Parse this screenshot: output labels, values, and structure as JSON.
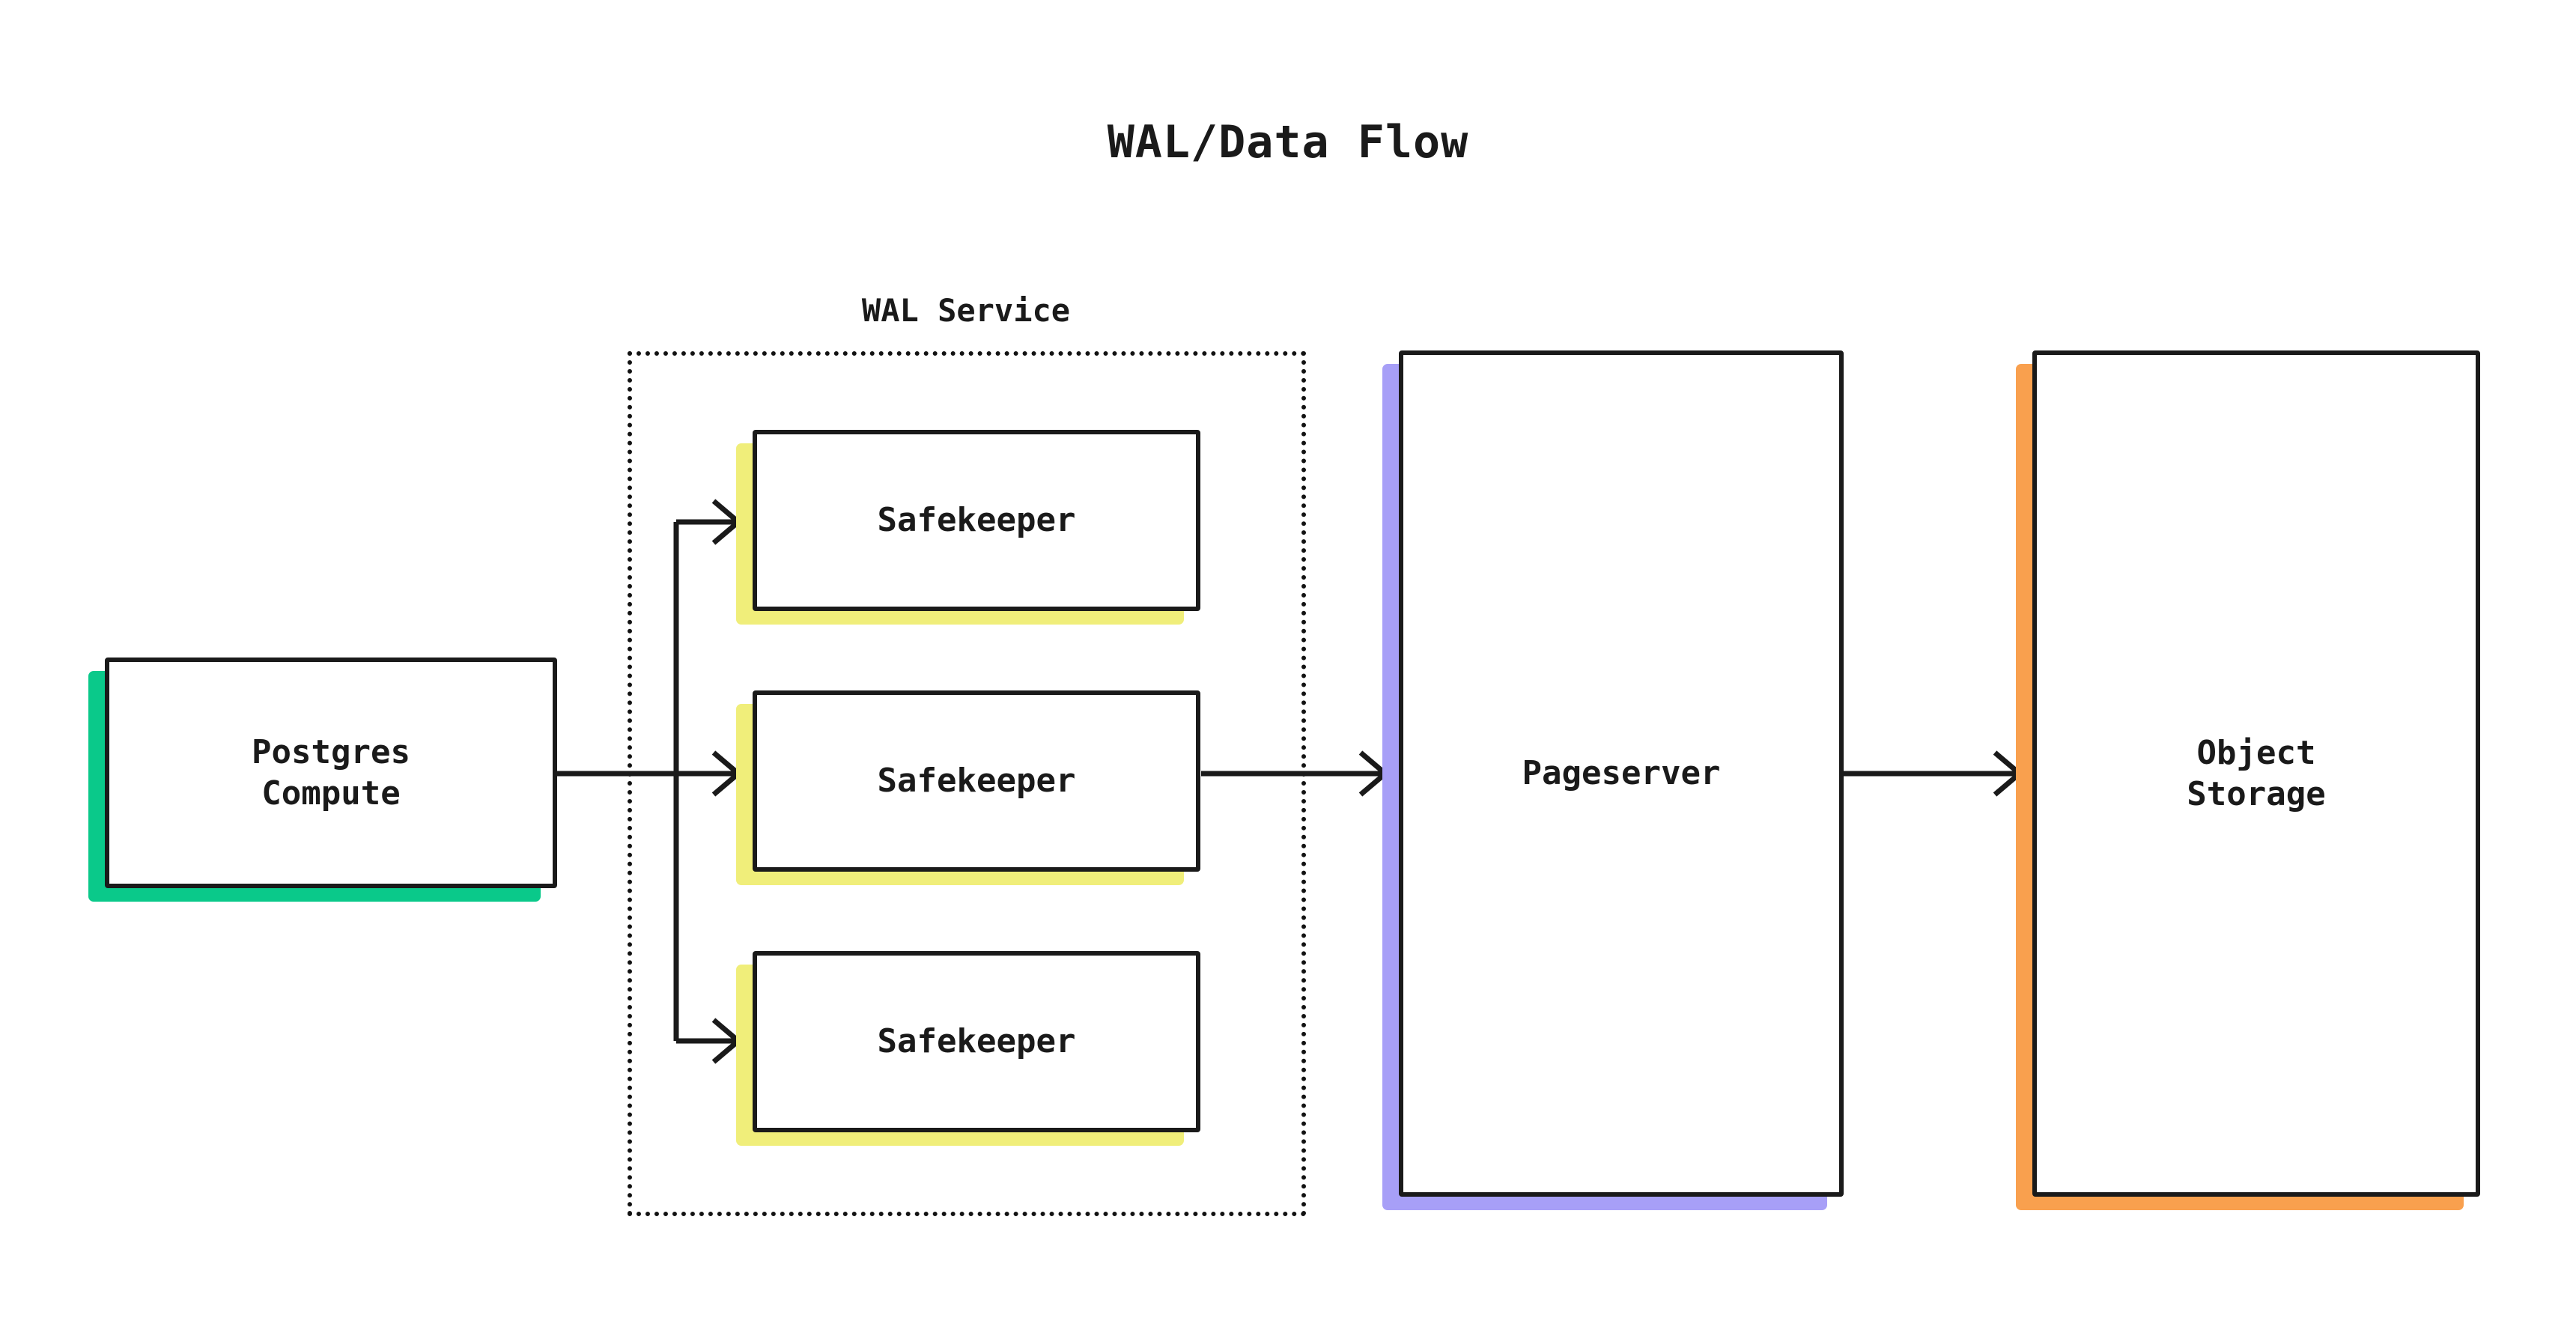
{
  "title": "WAL/Data Flow",
  "cluster": {
    "label": "WAL Service",
    "border_style": "dotted",
    "border_color": "#121212"
  },
  "colors": {
    "background": "#ffffff",
    "stroke": "#1a1a1a",
    "text": "#1a1a1a",
    "postgres_shadow": "#0ac98a",
    "safekeeper_shadow": "#f0ee7a",
    "pageserver_shadow": "#a79ff7",
    "objectstorage_shadow": "#f9a04e"
  },
  "nodes": [
    {
      "id": "postgres",
      "label": "Postgres\nCompute",
      "shadow_color": "#0ac98a"
    },
    {
      "id": "sk0",
      "label": "Safekeeper",
      "shadow_color": "#f0ee7a"
    },
    {
      "id": "sk1",
      "label": "Safekeeper",
      "shadow_color": "#f0ee7a"
    },
    {
      "id": "sk2",
      "label": "Safekeeper",
      "shadow_color": "#f0ee7a"
    },
    {
      "id": "pageserver",
      "label": "Pageserver",
      "shadow_color": "#a79ff7"
    },
    {
      "id": "objstore",
      "label": "Object\nStorage",
      "shadow_color": "#f9a04e"
    }
  ],
  "edges": [
    {
      "from": "postgres",
      "to": "sk0",
      "style": "elbow-arrow"
    },
    {
      "from": "postgres",
      "to": "sk1",
      "style": "straight-arrow"
    },
    {
      "from": "postgres",
      "to": "sk2",
      "style": "elbow-arrow"
    },
    {
      "from": "sk1",
      "to": "pageserver",
      "style": "straight-arrow"
    },
    {
      "from": "pageserver",
      "to": "objstore",
      "style": "straight-arrow"
    }
  ],
  "chart_data": {
    "type": "diagram",
    "title": "WAL/Data Flow",
    "groups": [
      {
        "name": "WAL Service",
        "members": [
          "Safekeeper",
          "Safekeeper",
          "Safekeeper"
        ]
      }
    ],
    "nodes": [
      "Postgres Compute",
      "Safekeeper",
      "Safekeeper",
      "Safekeeper",
      "Pageserver",
      "Object Storage"
    ],
    "links": [
      [
        "Postgres Compute",
        "Safekeeper"
      ],
      [
        "Postgres Compute",
        "Safekeeper"
      ],
      [
        "Postgres Compute",
        "Safekeeper"
      ],
      [
        "Safekeeper",
        "Pageserver"
      ],
      [
        "Pageserver",
        "Object Storage"
      ]
    ]
  }
}
